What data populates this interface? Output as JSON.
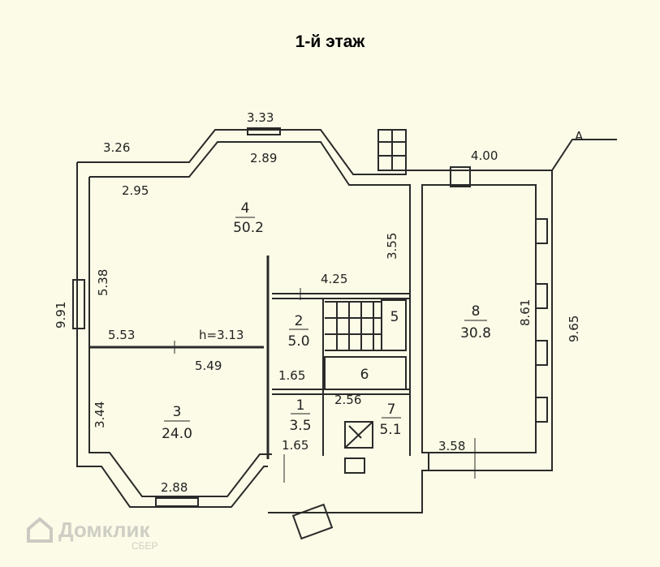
{
  "title": "1-й этаж",
  "axis_marker": "А",
  "heights": {
    "ceiling": "h=3.13"
  },
  "dimensions": {
    "bay_top_outer": "3.33",
    "bay_top_inner": "2.89",
    "wall_top_left": "3.26",
    "room4_width": "2.95",
    "wall_top_right": "4.00",
    "room4_height": "3.55",
    "room4_left_height": "5.38",
    "total_left_height": "9.91",
    "corridor_width": "4.25",
    "room3_width_top": "5.53",
    "room3_width_mid": "5.49",
    "room3_height": "3.44",
    "stair_width": "1.65",
    "room7_width": "2.56",
    "room1_width": "1.65",
    "bay_bottom": "2.88",
    "room8_width": "3.58",
    "room8_height": "8.61",
    "total_right_height": "9.65"
  },
  "rooms": [
    {
      "number": "4",
      "area": "50.2"
    },
    {
      "number": "8",
      "area": "30.8"
    },
    {
      "number": "2",
      "area": "5.0"
    },
    {
      "number": "5",
      "area": ""
    },
    {
      "number": "6",
      "area": ""
    },
    {
      "number": "1",
      "area": "3.5"
    },
    {
      "number": "7",
      "area": "5.1"
    },
    {
      "number": "3",
      "area": "24.0"
    }
  ],
  "watermark": {
    "brand": "Домклик",
    "sub": "СБЕР"
  },
  "colors": {
    "paper": "#fcfbe7",
    "ink": "#2a2a2a"
  }
}
